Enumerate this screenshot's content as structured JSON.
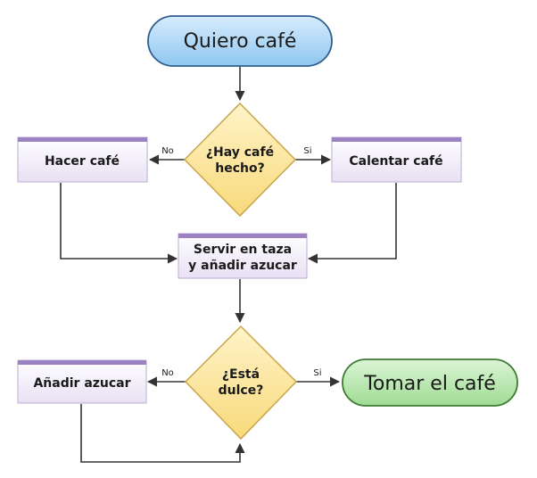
{
  "flowchart": {
    "start": "Quiero café",
    "decision1": {
      "line1": "¿Hay café",
      "line2": "hecho?",
      "no": "No",
      "yes": "Si"
    },
    "make_coffee": "Hacer café",
    "heat_coffee": "Calentar café",
    "serve": {
      "line1": "Servir en taza",
      "line2": "y añadir azucar"
    },
    "decision2": {
      "line1": "¿Está",
      "line2": "dulce?",
      "no": "No",
      "yes": "Si"
    },
    "add_sugar": "Añadir azucar",
    "end": "Tomar el café"
  },
  "colors": {
    "terminal_fill_blue": "#a9d4f5",
    "terminal_fill_green": "#b8e6b0",
    "decision_fill": "#fde9a0",
    "process_fill": "#f4f0fb",
    "process_band": "#9b82c3"
  }
}
